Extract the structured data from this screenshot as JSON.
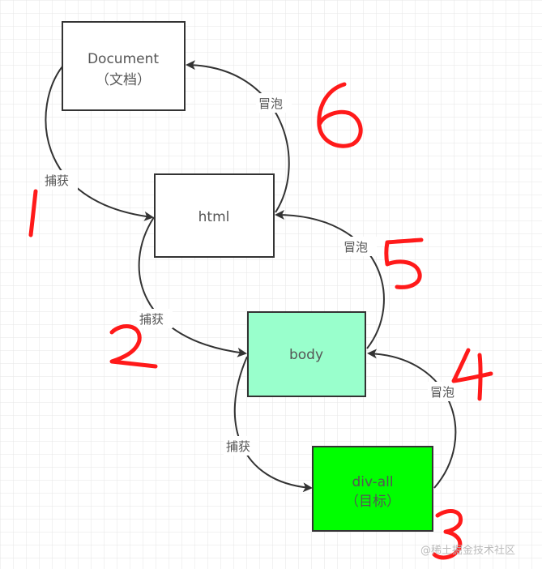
{
  "nodes": {
    "document": {
      "line1": "Document",
      "line2": "（文档）",
      "fill": "#ffffff"
    },
    "html": {
      "line1": "html",
      "fill": "#ffffff"
    },
    "body": {
      "line1": "body",
      "fill": "#99ffcc"
    },
    "div_all": {
      "line1": "div-all",
      "line2": "（目标）",
      "fill": "#00ff00"
    }
  },
  "edges": {
    "capture_1": "捕获",
    "capture_2": "捕获",
    "capture_3": "捕获",
    "bubble_4": "冒泡",
    "bubble_5": "冒泡",
    "bubble_6": "冒泡"
  },
  "annotations": {
    "step_1": "1",
    "step_2": "2",
    "step_3": "3",
    "step_4": "4",
    "step_5": "5",
    "step_6": "6",
    "color": "#ff1a1a"
  },
  "watermark": "@稀土掘金技术社区",
  "colors": {
    "grid": "#e6e6e6",
    "border": "#333333",
    "arrow": "#333333"
  }
}
